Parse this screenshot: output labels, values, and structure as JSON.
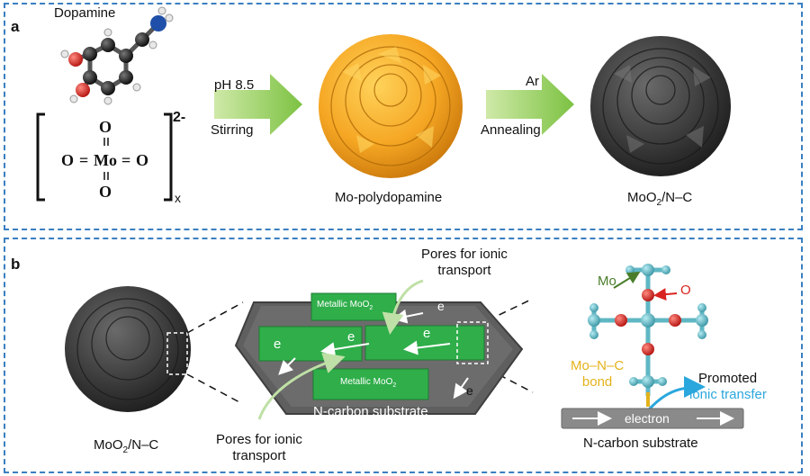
{
  "panel_a": {
    "letter": "a",
    "dopamine_label": "Dopamine",
    "molybdate": {
      "top_o": "O",
      "left_o": "O",
      "eq_left": "=",
      "mo": "Mo",
      "eq_right": "=",
      "right_o": "O",
      "bottom_o": "O",
      "charge": "2-",
      "subscript": "x"
    },
    "step1_above": "pH 8.5",
    "step1_below": "Stirring",
    "intermediate_label": "Mo-polydopamine",
    "step2_above": "Ar",
    "step2_below": "Annealing",
    "product_prefix": "MoO",
    "product_sub": "2",
    "product_suffix": "/N–C"
  },
  "panel_b": {
    "letter": "b",
    "sphere_label_prefix": "MoO",
    "sphere_label_sub": "2",
    "sphere_label_suffix": "/N–C",
    "pores_top_line1": "Pores for ionic",
    "pores_top_line2": "transport",
    "pores_bottom_line1": "Pores for ionic",
    "pores_bottom_line2": "transport",
    "metallic_top_prefix": "Metallic MoO",
    "metallic_top_sub": "2",
    "metallic_bottom_prefix": "Metallic MoO",
    "metallic_bottom_sub": "2",
    "electron_symbol": "e",
    "substrate_label": "N-carbon substrate",
    "mo_label": "Mo",
    "o_label": "O",
    "bond_line1": "Mo–N–C",
    "bond_line2": "bond",
    "promoted_line1": "Promoted",
    "promoted_line2": "ionic transfer",
    "electron_bar_label": "electron",
    "right_substrate_label": "N-carbon substrate"
  },
  "colors": {
    "frame": "#3a7fc1",
    "arrow_green": "#8cc63f",
    "sphere_orange": "#f5a623",
    "sphere_dark": "#3b3b3b",
    "plate_green": "#2fae4a",
    "substrate_gray": "#666666",
    "oxygen_red": "#d9231f",
    "molybdenum_teal": "#5fb7c4",
    "bond_gold": "#e4b21b",
    "ionic_blue": "#2aa7dd"
  }
}
